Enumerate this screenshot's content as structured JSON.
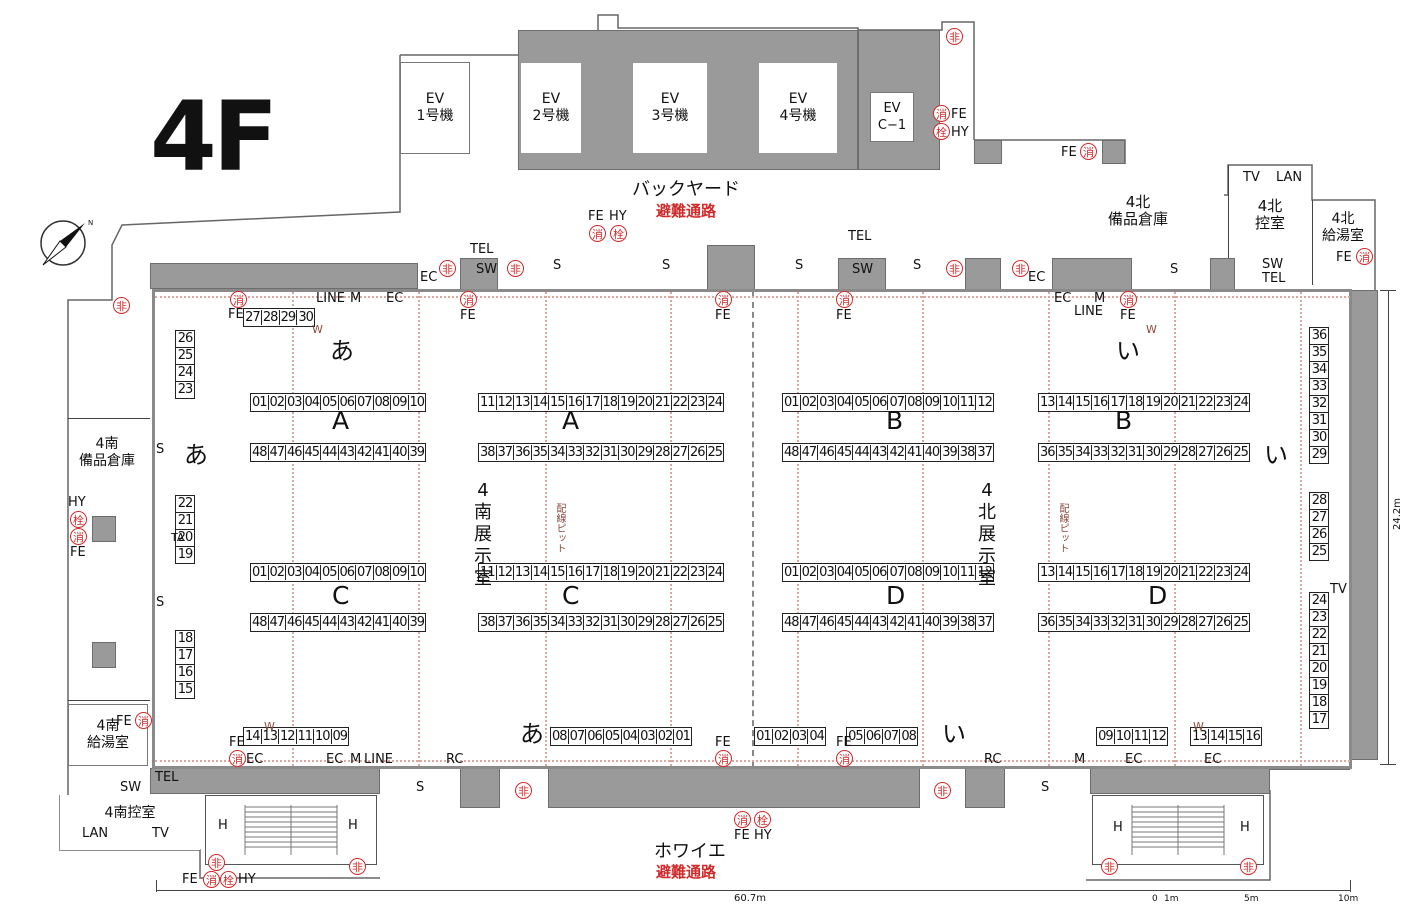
{
  "floor": "4F",
  "compass_label": "N",
  "elevators": [
    "EV\n1号機",
    "EV\n2号機",
    "EV\n3号機",
    "EV\n4号機",
    "EV\nC−1"
  ],
  "corridors": {
    "back_yard": "バックヤード",
    "back_yard_escape": "避難通路",
    "foyer": "ホワイエ",
    "foyer_escape": "避難通路"
  },
  "rooms": {
    "north_storage": "4北\n備品倉庫",
    "north_waiting": "4北\n控室",
    "north_kitchen": "4北\n給湯室",
    "south_storage": "4南\n備品倉庫",
    "south_kitchen": "4南\n給湯室",
    "south_waiting": "4南控室"
  },
  "halls": {
    "south": "4\n南\n展\n示\n室",
    "north": "4\n北\n展\n示\n室",
    "pit": "配線ピット"
  },
  "blocks": {
    "a": "A",
    "b": "B",
    "c": "C",
    "d": "D"
  },
  "zones": {
    "a": "あ",
    "i": "い"
  },
  "dimensions": {
    "height": "24.2m",
    "width": "60.7m"
  },
  "scale": [
    "0",
    "1m",
    "5m",
    "10m"
  ],
  "equipment": {
    "ec": "EC",
    "sw": "SW",
    "tel": "TEL",
    "fe": "FE",
    "hy": "HY",
    "line": "LINE",
    "m": "M",
    "s": "S",
    "h": "H",
    "rc": "RC",
    "w": "W",
    "tv": "TV",
    "lan": "LAN",
    "ta": "TA"
  },
  "markers": {
    "emergency": "非",
    "extinguisher": "消",
    "hydrant": "栓"
  },
  "booths": {
    "a_top": [
      "01",
      "02",
      "03",
      "04",
      "05",
      "06",
      "07",
      "08",
      "09",
      "10"
    ],
    "a_bottom": [
      "48",
      "47",
      "46",
      "45",
      "44",
      "43",
      "42",
      "41",
      "40",
      "39"
    ],
    "a2_top": [
      "11",
      "12",
      "13",
      "14",
      "15",
      "16",
      "17",
      "18",
      "19",
      "20",
      "21",
      "22",
      "23",
      "24"
    ],
    "a2_bottom": [
      "38",
      "37",
      "36",
      "35",
      "34",
      "33",
      "32",
      "31",
      "30",
      "29",
      "28",
      "27",
      "26",
      "25"
    ],
    "b_top": [
      "01",
      "02",
      "03",
      "04",
      "05",
      "06",
      "07",
      "08",
      "09",
      "10",
      "11",
      "12"
    ],
    "b_bottom": [
      "48",
      "47",
      "46",
      "45",
      "44",
      "43",
      "42",
      "41",
      "40",
      "39",
      "38",
      "37"
    ],
    "b2_top": [
      "13",
      "14",
      "15",
      "16",
      "17",
      "18",
      "19",
      "20",
      "21",
      "22",
      "23",
      "24"
    ],
    "b2_bottom": [
      "36",
      "35",
      "34",
      "33",
      "32",
      "31",
      "30",
      "29",
      "28",
      "27",
      "26",
      "25"
    ],
    "top_a": [
      "27",
      "28",
      "29",
      "30"
    ],
    "west_1": [
      "26",
      "25",
      "24",
      "23"
    ],
    "west_2": [
      "22",
      "21",
      "20",
      "19"
    ],
    "west_3": [
      "18",
      "17",
      "16",
      "15"
    ],
    "bottom_a_left": [
      "14",
      "13",
      "12",
      "11",
      "10",
      "09"
    ],
    "bottom_a_right": [
      "08",
      "07",
      "06",
      "05",
      "04",
      "03",
      "02",
      "01"
    ],
    "bottom_i_1": [
      "01",
      "02",
      "03",
      "04"
    ],
    "bottom_i_2": [
      "05",
      "06",
      "07",
      "08"
    ],
    "bottom_i_3": [
      "09",
      "10",
      "11",
      "12"
    ],
    "bottom_i_4": [
      "13",
      "14",
      "15",
      "16"
    ],
    "east_1": [
      "36",
      "35",
      "34",
      "33",
      "32",
      "31",
      "30",
      "29"
    ],
    "east_2": [
      "28",
      "27",
      "26",
      "25"
    ],
    "east_3": [
      "24",
      "23",
      "22",
      "21",
      "20",
      "19",
      "18",
      "17"
    ]
  }
}
